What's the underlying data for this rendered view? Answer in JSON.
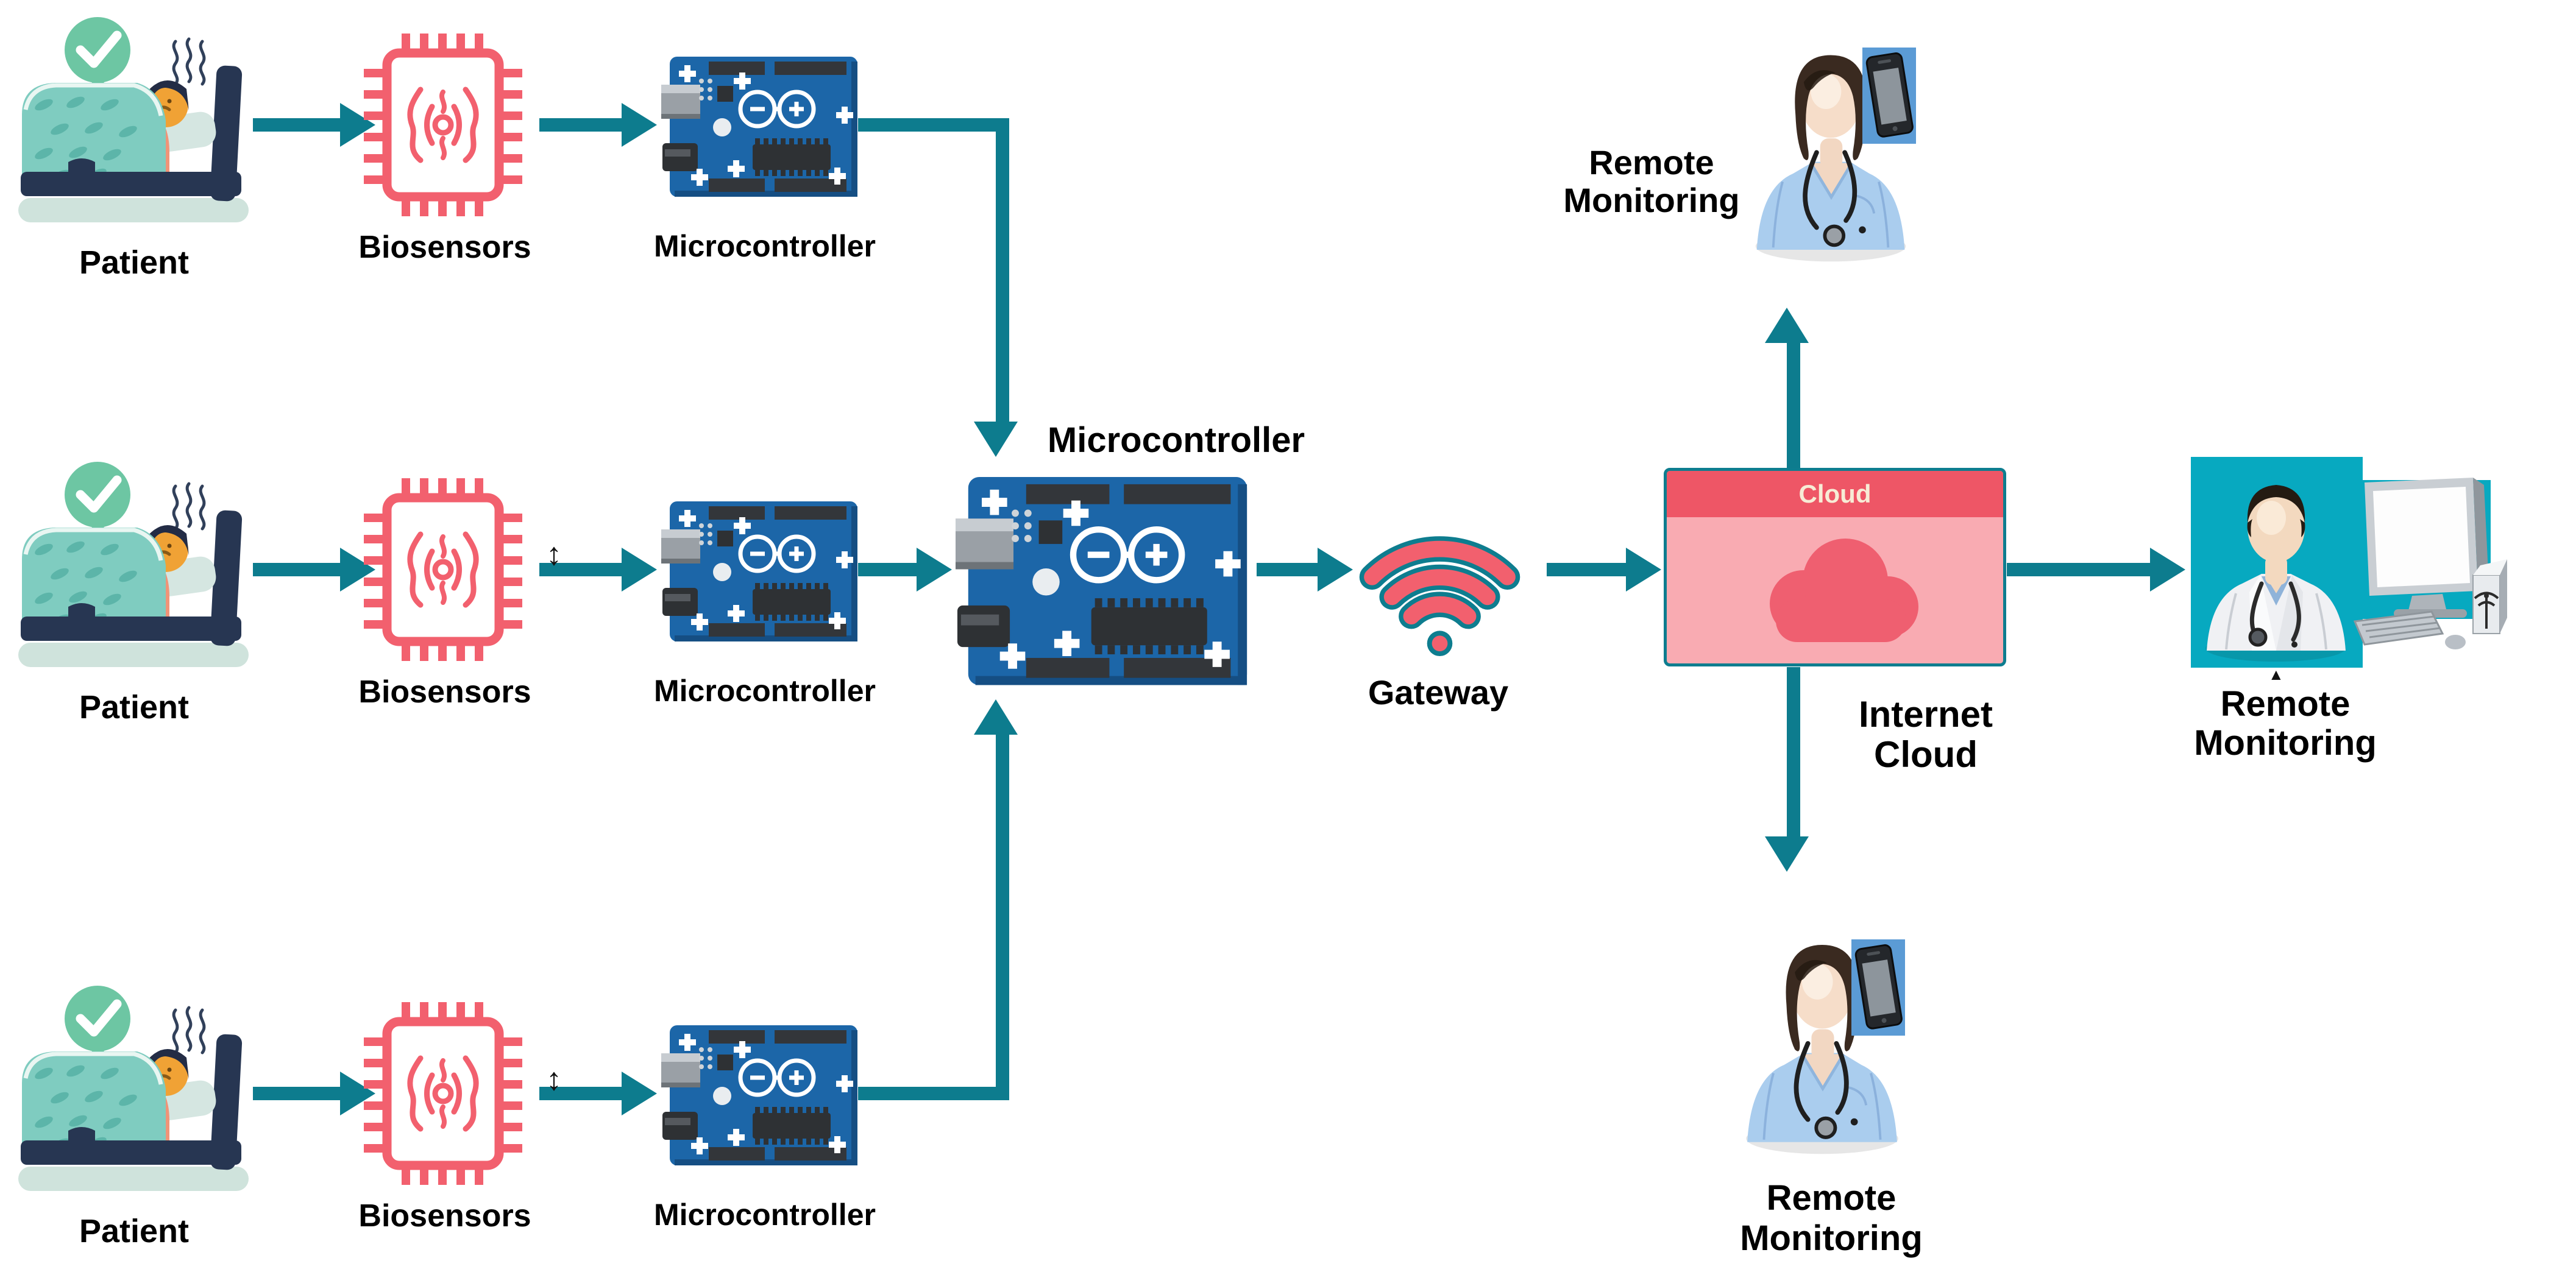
{
  "rows": [
    {
      "patient_label": "Patient",
      "biosensor_label": "Biosensors",
      "microcontroller_label": "Microcontroller"
    },
    {
      "patient_label": "Patient",
      "biosensor_label": "Biosensors",
      "microcontroller_label": "Microcontroller"
    },
    {
      "patient_label": "Patient",
      "biosensor_label": "Biosensors",
      "microcontroller_label": "Microcontroller"
    }
  ],
  "central": {
    "microcontroller_label": "Microcontroller"
  },
  "gateway": {
    "label": "Gateway"
  },
  "cloud": {
    "box_title": "Cloud",
    "label_line1": "Internet",
    "label_line2": "Cloud"
  },
  "remote_top": {
    "line1": "Remote",
    "line2": "Monitoring"
  },
  "remote_right": {
    "line1": "Remote",
    "line2": "Monitoring"
  },
  "remote_bottom": {
    "line1": "Remote",
    "line2": "Monitoring"
  },
  "artifacts": {
    "updown_glyph": "↕",
    "caret_glyph": "▲"
  },
  "icons": [
    "patient-in-bed-icon",
    "check-bubble-icon",
    "biosensor-chip-icon",
    "arduino-board-icon",
    "wifi-gateway-icon",
    "cloud-icon",
    "nurse-icon",
    "smartphone-icon",
    "doctor-icon",
    "desktop-computer-icon"
  ],
  "colors": {
    "arrow_teal": "#0d7c8e",
    "biosensor_pink": "#f2606e",
    "arduino_blue": "#1c66a8",
    "cloud_header_red": "#ee5666",
    "cloud_body_pink": "#f9abb2",
    "cloud_shape_pink": "#ef5f70",
    "remote_panel_teal": "#07a9c0",
    "check_bubble_green": "#6dc6a3",
    "bed_navy": "#273652",
    "blanket_teal": "#7fccc0",
    "phone_bg_blue": "#5b9bd5",
    "scrub_blue": "#aacdee",
    "label_black": "#000000",
    "cloud_title_cream": "#f7ecd6"
  }
}
